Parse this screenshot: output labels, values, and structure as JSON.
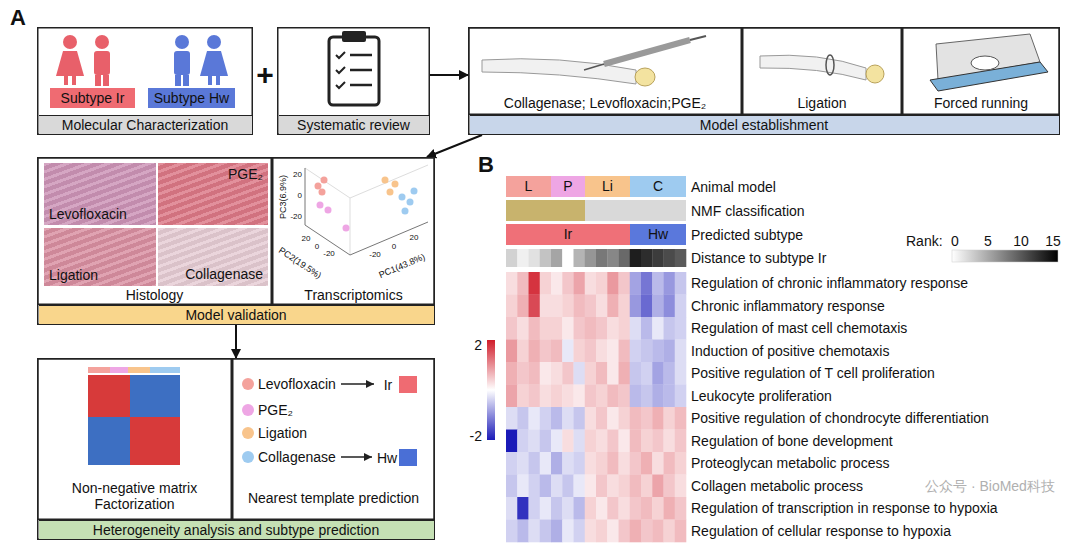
{
  "diagram": {
    "nodes": [
      {
        "text": [
          "Molecular Characterization"
        ]
      },
      {
        "text": [
          "Subtype Ir"
        ],
        "in": 0
      },
      {
        "text": [
          "Subtype Hw"
        ],
        "in": 0
      },
      {
        "text": [
          "Systematic review"
        ]
      },
      {
        "text": [
          "Model establishment"
        ]
      },
      {
        "text": [
          "Collagenase; Levofloxacin;PGE₂"
        ],
        "in": 4
      },
      {
        "text": [
          "Ligation"
        ],
        "in": 4
      },
      {
        "text": [
          "Forced running"
        ],
        "in": 4
      },
      {
        "text": [
          "Model validation"
        ]
      },
      {
        "text": [
          "Histology"
        ],
        "in": 8
      },
      {
        "text": [
          "Levofloxacin"
        ],
        "in": 9
      },
      {
        "text": [
          "PGE₂"
        ],
        "in": 9
      },
      {
        "text": [
          "Ligation"
        ],
        "in": 9
      },
      {
        "text": [
          "Collagenase"
        ],
        "in": 9
      },
      {
        "text": [
          "Transcriptomics"
        ],
        "in": 8
      },
      {
        "text": [
          "Heterogeneity analysis and subtype prediction"
        ]
      },
      {
        "text": [
          "Non-negative matrix Factorization"
        ],
        "in": 15
      },
      {
        "text": [
          "Nearest template prediction"
        ],
        "in": 15
      },
      {
        "text": [
          "L"
        ]
      },
      {
        "text": [
          "P"
        ]
      },
      {
        "text": [
          "Li"
        ]
      },
      {
        "text": [
          "C"
        ]
      },
      {
        "text": [
          "Ir"
        ]
      },
      {
        "text": [
          "Hw"
        ]
      }
    ],
    "edges": [
      {
        "from": 3,
        "to": 4,
        "arrow": "to"
      },
      {
        "from": 4,
        "to": 8,
        "arrow": "to"
      },
      {
        "from": 8,
        "to": 15,
        "arrow": "to"
      }
    ],
    "labels": [
      "A",
      "B",
      "+",
      "PC1(43.8%)",
      "PC2(19.5%)",
      "PC3(6.9%)",
      "20",
      "0",
      "-20",
      "20",
      "0",
      "-20",
      "-20",
      "0",
      "20",
      "Ir",
      "Hw",
      "Animal model",
      "NMF classification",
      "Predicted subtype",
      "Distance to subtype Ir",
      "Rank:",
      "0",
      "5",
      "10",
      "15",
      "Regulation of chronic inflammatory response",
      "Chronic inflammatory response",
      "Regulation of mast cell chemotaxis",
      "Induction of positive chemotaxis",
      "Positive regulation of T cell proliferation",
      "Leukocyte proliferation",
      "Positive regulation of chondrocyte differentiation",
      "Regulation of bone development",
      "Proteoglycan metabolic process",
      "Collagen metabolic process",
      "Regulation of transcription in response to hypoxia",
      "Regulation of cellular response to hypoxia",
      "2",
      "-2",
      "公众号 · BioMed科技"
    ],
    "legend": [
      {
        "text": "Levofloxacin",
        "color": "#f4a29c"
      },
      {
        "text": "PGE₂",
        "color": "#eea6e4"
      },
      {
        "text": "Ligation",
        "color": "#f8c48c"
      },
      {
        "text": "Collagenase",
        "color": "#9ecbf0"
      }
    ]
  }
}
